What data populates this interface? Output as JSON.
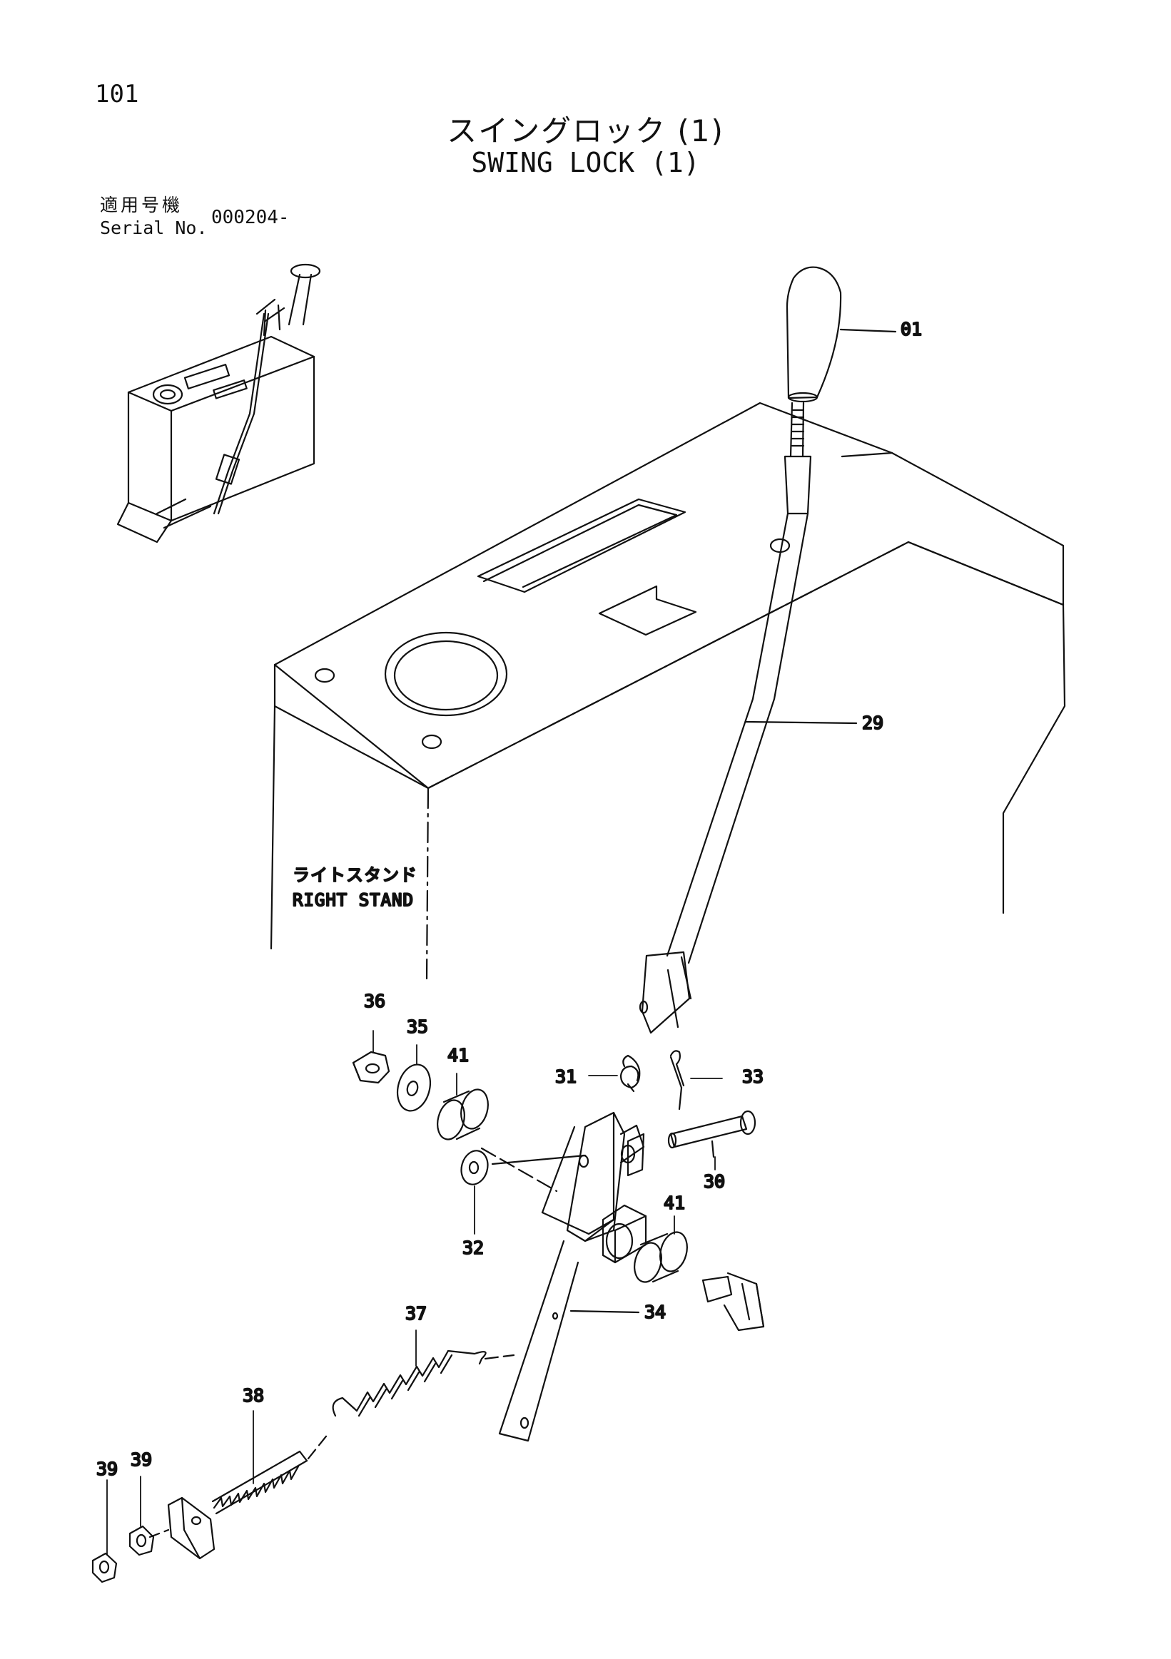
{
  "header": {
    "page_number": "101",
    "title_jp": "スイングロック (1)",
    "title_en": "SWING LOCK (1)",
    "serial_label_jp": "適用号機",
    "serial_label_en": "Serial No.",
    "serial_value": "000204-"
  },
  "diagram": {
    "stand_label_jp": "ライトスタンド",
    "stand_label_en": "RIGHT STAND",
    "callouts": {
      "p01": "01",
      "p29": "29",
      "p36": "36",
      "p35": "35",
      "p41a": "41",
      "p31": "31",
      "p33": "33",
      "p30": "30",
      "p32": "32",
      "p41b": "41",
      "p34": "34",
      "p37": "37",
      "p38": "38",
      "p39a": "39",
      "p39b": "39"
    }
  }
}
